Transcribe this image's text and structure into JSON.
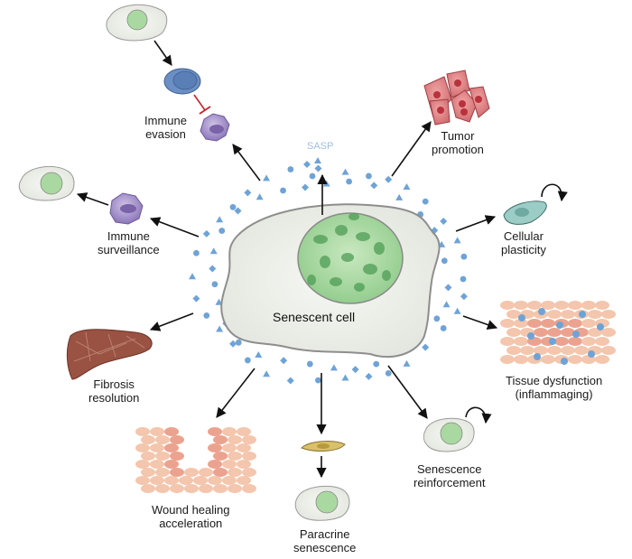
{
  "center": {
    "label": "Senescent cell",
    "secretome_label": "SASP"
  },
  "outcomes": [
    {
      "id": "immune-evasion",
      "lines": [
        "Immune",
        "evasion"
      ]
    },
    {
      "id": "tumor-promotion",
      "lines": [
        "Tumor",
        "promotion"
      ]
    },
    {
      "id": "cellular-plasticity",
      "lines": [
        "Cellular",
        "plasticity"
      ]
    },
    {
      "id": "tissue-dysfunction",
      "lines": [
        "Tissue dysfunction",
        "(inflammaging)"
      ]
    },
    {
      "id": "senescence-reinforcement",
      "lines": [
        "Senescence",
        "reinforcement"
      ]
    },
    {
      "id": "paracrine-senescence",
      "lines": [
        "Paracrine",
        "senescence"
      ]
    },
    {
      "id": "wound-healing",
      "lines": [
        "Wound healing",
        "acceleration"
      ]
    },
    {
      "id": "fibrosis-resolution",
      "lines": [
        "Fibrosis",
        "resolution"
      ]
    },
    {
      "id": "immune-surveillance",
      "lines": [
        "Immune",
        "surveillance"
      ]
    }
  ],
  "colors": {
    "sasp_particles": "#6fa3d6",
    "nucleus_green": "#7cc47a",
    "cell_body": "#ecefe8",
    "immune_purple": "#9b87c4",
    "tcell_blue": "#6b8fc4",
    "tumor_red": "#d9696f",
    "plasticity_teal": "#8fc7c0",
    "tissue_pink": "#f3c6ad",
    "liver_brown": "#9a5243",
    "fibroblast_yellow": "#d9c06a",
    "inhibition_red": "#c0272d"
  }
}
